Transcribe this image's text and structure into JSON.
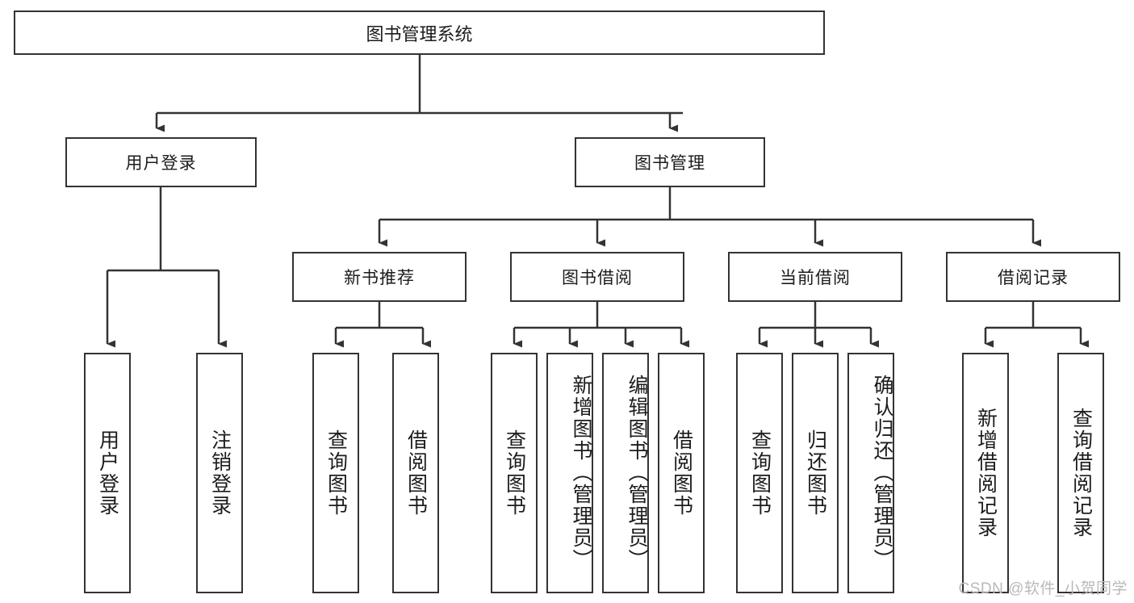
{
  "diagram": {
    "title": "图书管理系统",
    "type": "tree-hierarchy",
    "root": {
      "label": "图书管理系统"
    },
    "level2": [
      {
        "label": "用户登录"
      },
      {
        "label": "图书管理"
      }
    ],
    "level3": [
      {
        "label": "新书推荐"
      },
      {
        "label": "图书借阅"
      },
      {
        "label": "当前借阅"
      },
      {
        "label": "借阅记录"
      }
    ],
    "leaves": {
      "user_login": [
        {
          "label": "用户登录"
        },
        {
          "label": "注销登录"
        }
      ],
      "new_book_recommend": [
        {
          "label": "查询图书"
        },
        {
          "label": "借阅图书"
        }
      ],
      "book_borrow": [
        {
          "label": "查询图书"
        },
        {
          "label": "新增图书（管理员）"
        },
        {
          "label": "编辑图书（管理员）"
        },
        {
          "label": "借阅图书"
        }
      ],
      "current_borrow": [
        {
          "label": "查询图书"
        },
        {
          "label": "归还图书"
        },
        {
          "label": "确认归还（管理员）"
        }
      ],
      "borrow_record": [
        {
          "label": "新增借阅记录"
        },
        {
          "label": "查询借阅记录"
        }
      ]
    }
  },
  "watermark": {
    "text": "CSDN @软件_小贺同学"
  },
  "colors": {
    "box_border": "#333333",
    "box_fill": "#ffffff",
    "line": "#333333",
    "text": "#1c1c1c",
    "watermark": "#b9b9b9"
  }
}
